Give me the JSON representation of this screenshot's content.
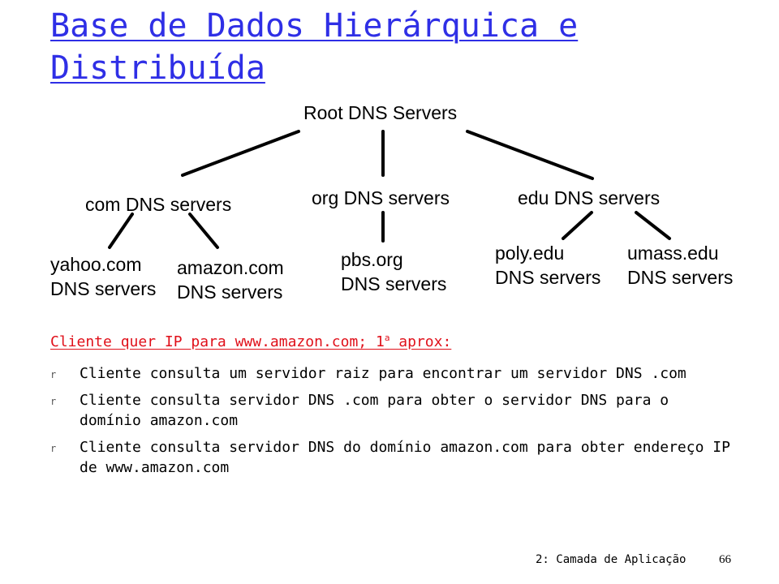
{
  "slide": {
    "title": "Base de Dados Hierárquica e Distribuída",
    "subtitle_text": "Cliente quer IP para www.amazon.com; 1",
    "subtitle_sup": "a",
    "subtitle_tail": " aprox:",
    "bullet_glyph": "r",
    "bullets": [
      "Cliente consulta um servidor raiz para encontrar um servidor DNS .com",
      "Cliente consulta servidor DNS .com para obter o servidor DNS para o domínio amazon.com",
      "Cliente consulta servidor DNS do domínio amazon.com para obter endereço IP de www.amazon.com"
    ],
    "footer": "2: Camada de Aplicação",
    "page_number": "66"
  },
  "tree": {
    "root": "Root DNS Servers",
    "com": "com DNS servers",
    "org": "org DNS servers",
    "edu": "edu DNS servers",
    "yahoo": [
      "yahoo.com",
      "DNS servers"
    ],
    "amazon": [
      "amazon.com",
      "DNS servers"
    ],
    "pbs": [
      "pbs.org",
      "DNS servers"
    ],
    "poly": [
      "poly.edu",
      "DNS servers"
    ],
    "umass": [
      "umass.edu",
      "DNS servers"
    ]
  },
  "colors": {
    "title": "#2f2fe6",
    "subtitle": "#e0101a"
  }
}
